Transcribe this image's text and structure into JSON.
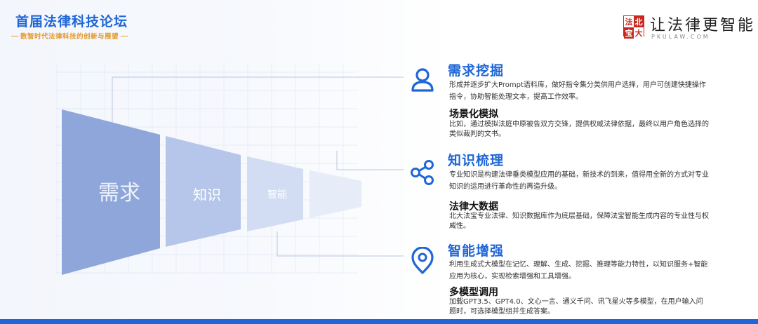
{
  "header": {
    "title": "首届法律科技论坛",
    "subtitle": "数智时代法律科技的创新与展望"
  },
  "logo": {
    "seal_chars": [
      "法",
      "北",
      "宝",
      "大"
    ],
    "slogan": "让法律更智能",
    "url": "PKULAW.COM"
  },
  "funnel": {
    "labels": [
      "需求",
      "知识",
      "智能"
    ],
    "colors": [
      "#8ea6da",
      "#b5c6ea",
      "#d2ddf3",
      "#e6ecf8"
    ]
  },
  "sections": [
    {
      "icon": "person-icon",
      "title": "需求挖掘",
      "desc": "形成并逐步扩大Prompt语料库，做好指令集分类供用户选择，用户可创建快捷操作指令，协助智能处理文本，提高工作效率。",
      "sub_title": "场景化模拟",
      "sub_desc": "比如，通过模拟法庭中原被告双方交锋，提供权威法律依据，最终以用户角色选择的类似裁判的文书。"
    },
    {
      "icon": "share-icon",
      "title": "知识梳理",
      "desc": "专业知识是构建法律垂类模型应用的基础，新技术的到来，值得用全新的方式对专业知识的运用进行革命性的再造升级。",
      "sub_title": "法律大数据",
      "sub_desc": "北大法宝专业法律、知识数据库作为底层基础，保障法宝智能生成内容的专业性与权威性。"
    },
    {
      "icon": "location-pin-icon",
      "title": "智能增强",
      "desc": "利用生成式大模型在记忆、理解、生成、挖掘、推理等能力特性，以知识服务+智能应用为核心，实现检索增强和工具增强。",
      "sub_title": "多模型调用",
      "sub_desc": "加载GPT3.5、GPT4.0、文心一言、通义千问、讯飞星火等多模型，在用户输入问题时，可选择模型组并生成答案。"
    }
  ],
  "colors": {
    "accent": "#1f66d6",
    "subtitle": "#e39a2c",
    "seal": "#c8281e"
  }
}
